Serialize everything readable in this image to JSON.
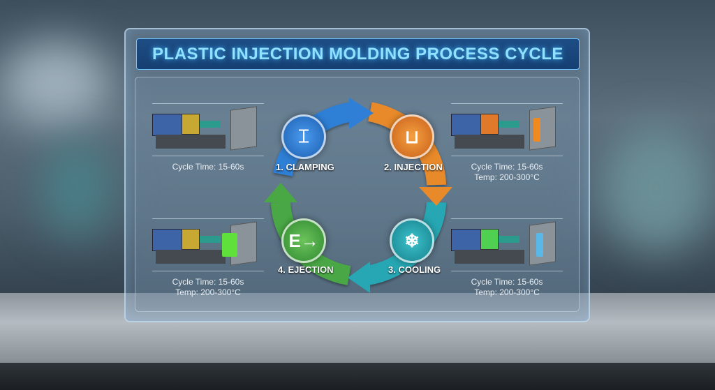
{
  "title": "PLASTIC INJECTION MOLDING PROCESS CYCLE",
  "stages": [
    {
      "label": "1. CLAMPING",
      "icon": "clamp-icon",
      "color": "#2f7fd6"
    },
    {
      "label": "2. INJECTION",
      "icon": "pour-icon",
      "color": "#e8892a"
    },
    {
      "label": "3. COOLING",
      "icon": "snowflake-icon",
      "color": "#27a7b3"
    },
    {
      "label": "4. EJECTION",
      "icon": "eject-arrow-icon",
      "color": "#4aa844"
    }
  ],
  "cards": [
    {
      "line1": "Cycle Time: 15-60s"
    },
    {
      "line1": "Cycle Time: 15-60s",
      "line2": "Temp: 200-300°C"
    },
    {
      "line1": "Cycle Time: 15-60s",
      "line2": "Temp: 200-300°C"
    },
    {
      "line1": "Cycle Time: 15-60s",
      "line2": "Temp: 200-300°C"
    }
  ]
}
